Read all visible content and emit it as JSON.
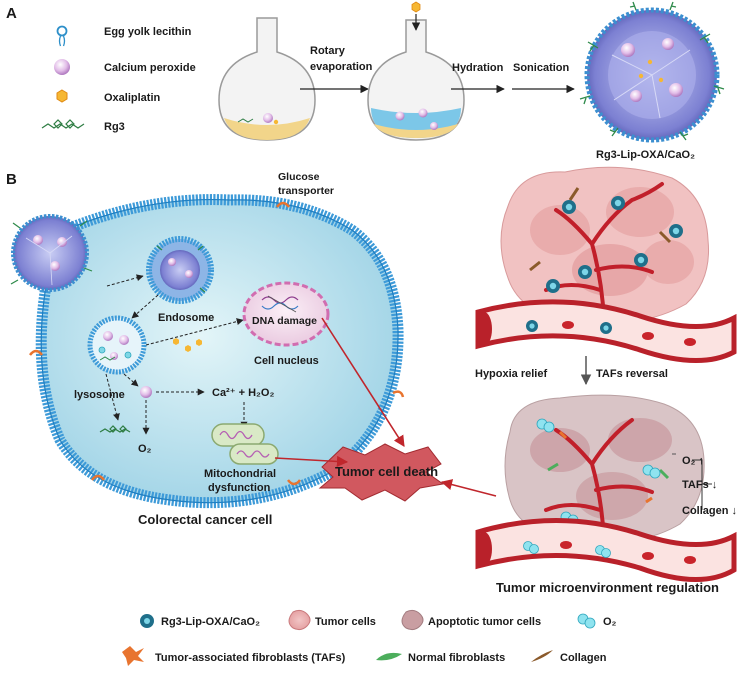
{
  "panel_a": {
    "letter": "A",
    "legend": [
      {
        "icon": "lecithin-icon",
        "label": "Egg yolk lecithin"
      },
      {
        "icon": "calcium-peroxide-icon",
        "label": "Calcium peroxide"
      },
      {
        "icon": "oxaliplatin-icon",
        "label": "Oxaliplatin"
      },
      {
        "icon": "rg3-icon",
        "label": "Rg3"
      }
    ],
    "step1": [
      "Rotary",
      "evaporation"
    ],
    "step2": "Hydration",
    "step3": "Sonication",
    "product": "Rg3-Lip-OXA/CaO₂"
  },
  "panel_b": {
    "letter": "B",
    "glucose_transporter": [
      "Glucose",
      "transporter"
    ],
    "endosome": "Endosome",
    "lysosome": "lysosome",
    "dna_damage": "DNA damage",
    "cell_nucleus": "Cell nucleus",
    "ca_h2o2": "Ca²⁺ + H₂O₂",
    "o2": "O₂",
    "mito": [
      "Mitochondrial",
      "dysfunction"
    ],
    "tumor_death": "Tumor cell death",
    "cell_caption": "Colorectal cancer cell",
    "hypoxia_relief": "Hypoxia relief",
    "tafs_reversal": "TAFs reversal",
    "effects": [
      "O₂ ↑",
      "TAFs ↓",
      "Collagen ↓"
    ],
    "tme_caption": "Tumor microenvironment regulation"
  },
  "legend_bottom": [
    {
      "icon": "nanoparticle-icon",
      "label": "Rg3-Lip-OXA/CaO₂"
    },
    {
      "icon": "tumor-cell-icon",
      "label": "Tumor cells"
    },
    {
      "icon": "apoptotic-cell-icon",
      "label": "Apoptotic tumor cells"
    },
    {
      "icon": "oxygen-icon",
      "label": "O₂"
    },
    {
      "icon": "taf-icon",
      "label": "Tumor-associated fibroblasts (TAFs)"
    },
    {
      "icon": "normal-fibroblast-icon",
      "label": "Normal fibroblasts"
    },
    {
      "icon": "collagen-icon",
      "label": "Collagen"
    }
  ],
  "colors": {
    "membrane": "#3d9ad8",
    "cytoplasm": "#bfe6f1",
    "arrow_red": "#c0262c",
    "tumor_pink": "#e5a3a5",
    "vessel": "#b9212a",
    "nano_purple": "#6f72c9"
  }
}
